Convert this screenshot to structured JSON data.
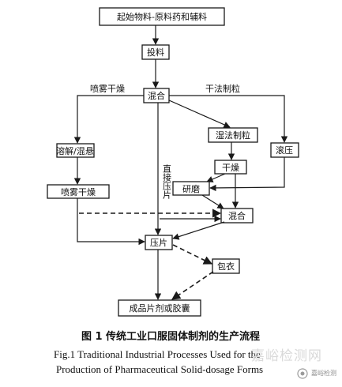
{
  "diagram": {
    "nodes": {
      "start": "起始物料-原料药和辅料",
      "feeding": "投料",
      "mixing_1": "混合",
      "dissolve_suspend": "溶解/混悬",
      "spray_dry_box": "喷雾干燥",
      "wet_granulation": "湿法制粒",
      "drying": "干燥",
      "grinding": "研磨",
      "roller_compaction": "滚压",
      "mixing_2": "混合",
      "tableting": "压片",
      "coating": "包衣",
      "final_product": "成品片剂或胶囊"
    },
    "edge_labels": {
      "spray_dry_branch": "喷雾干燥",
      "dry_granulation_branch": "干法制粒",
      "direct_compression": "直接压片"
    }
  },
  "caption": {
    "chinese": "图 1   传统工业口服固体制剂的生产流程",
    "english_line1": "Fig.1   Traditional Industrial Processes Used for the",
    "english_line2": "Production of Pharmaceutical Solid-dosage Forms"
  },
  "watermark": {
    "text": "嘉峪检测网",
    "handle": "嘉峪检测"
  },
  "colors": {
    "line": "#1a1a1a",
    "box_border": "#1a1a1a",
    "watermark": "#d9d9d9"
  }
}
